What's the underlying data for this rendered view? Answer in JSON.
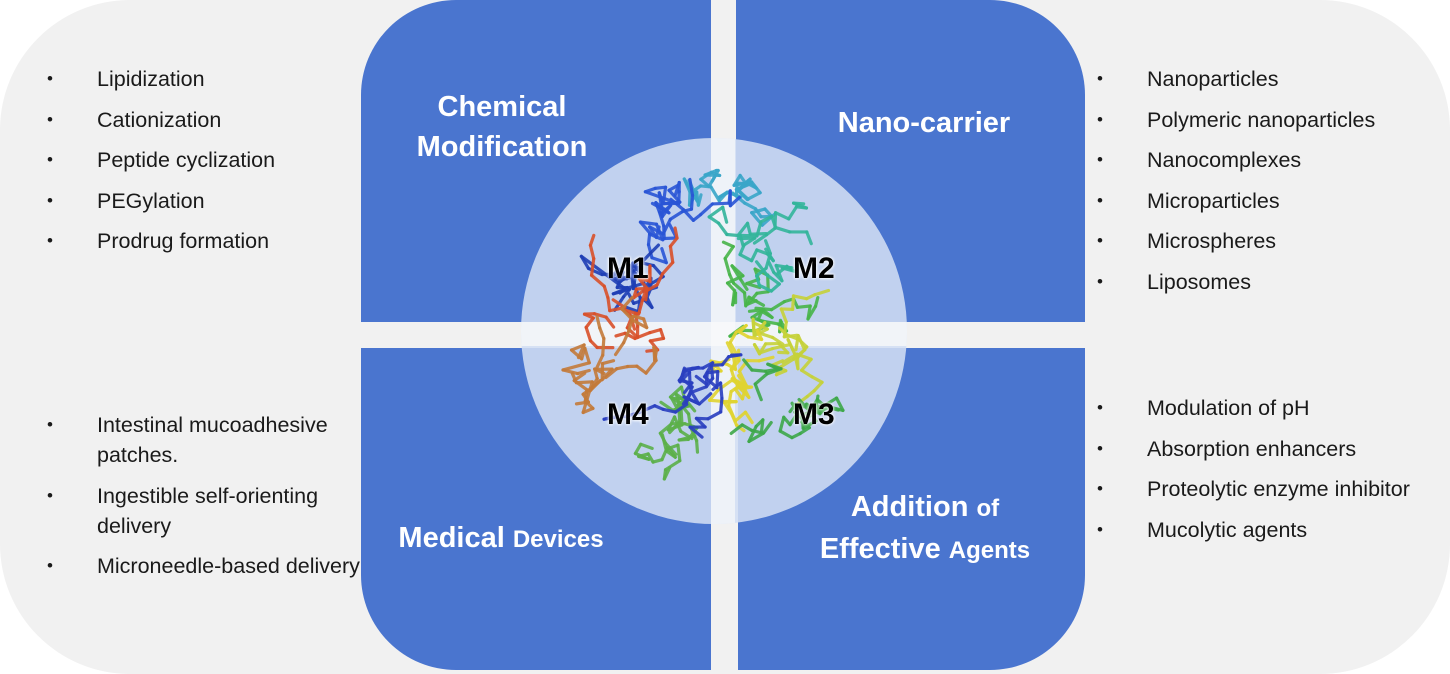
{
  "quadrants": {
    "chemical_modification": {
      "title_line1": "Chemical",
      "title_line2": "Modification",
      "label": "M1",
      "items": [
        "Lipidization",
        "Cationization",
        "Peptide cyclization",
        "PEGylation",
        "Prodrug formation"
      ]
    },
    "nano_carrier": {
      "title": "Nano-carrier",
      "label": "M2",
      "items": [
        "Nanoparticles",
        "Polymeric nanoparticles",
        "Nanocomplexes",
        "Microparticles",
        "Microspheres",
        "Liposomes"
      ]
    },
    "effective_agents": {
      "title_line1_big": "Addition",
      "title_line1_small": "of",
      "title_line2_big": "Effective",
      "title_line2_small": "Agents",
      "label": "M3",
      "items": [
        "Modulation of pH",
        "Absorption enhancers",
        "Proteolytic enzyme inhibitor",
        "Mucolytic agents"
      ]
    },
    "medical_devices": {
      "title_big": "Medical",
      "title_small": "Devices",
      "label": "M4",
      "items": [
        "Intestinal mucoadhesive patches.",
        "Ingestible self-orienting delivery",
        "Microneedle-based delivery"
      ]
    }
  },
  "colors": {
    "quadrant_fill": "#4a75cf",
    "background": "#f1f1f1",
    "circle": "#d2def4"
  }
}
